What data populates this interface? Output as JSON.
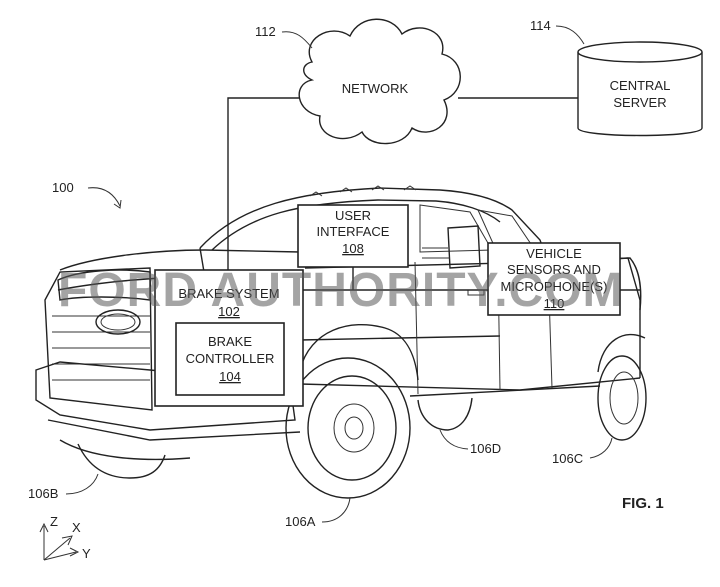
{
  "labels": {
    "system": "100",
    "network_ref": "112",
    "server_ref": "114",
    "wheel_front_left": "106A",
    "wheel_front_right": "106B",
    "wheel_rear_left": "106C",
    "wheel_rear_right": "106D"
  },
  "network": {
    "label": "NETWORK"
  },
  "central_server": {
    "line1": "CENTRAL",
    "line2": "SERVER"
  },
  "user_interface": {
    "line1": "USER",
    "line2": "INTERFACE",
    "ref": "108"
  },
  "vehicle_sensors": {
    "line1": "VEHICLE",
    "line2": "SENSORS AND",
    "line3": "MICROPHONE(S)",
    "ref": "110"
  },
  "brake_system": {
    "label": "BRAKE SYSTEM",
    "ref": "102"
  },
  "brake_controller": {
    "line1": "BRAKE",
    "line2": "CONTROLLER",
    "ref": "104"
  },
  "figure_label": "FIG. 1",
  "axes": {
    "z": "Z",
    "x": "X",
    "y": "Y"
  },
  "watermark": "FORD AUTHORITY.COM"
}
